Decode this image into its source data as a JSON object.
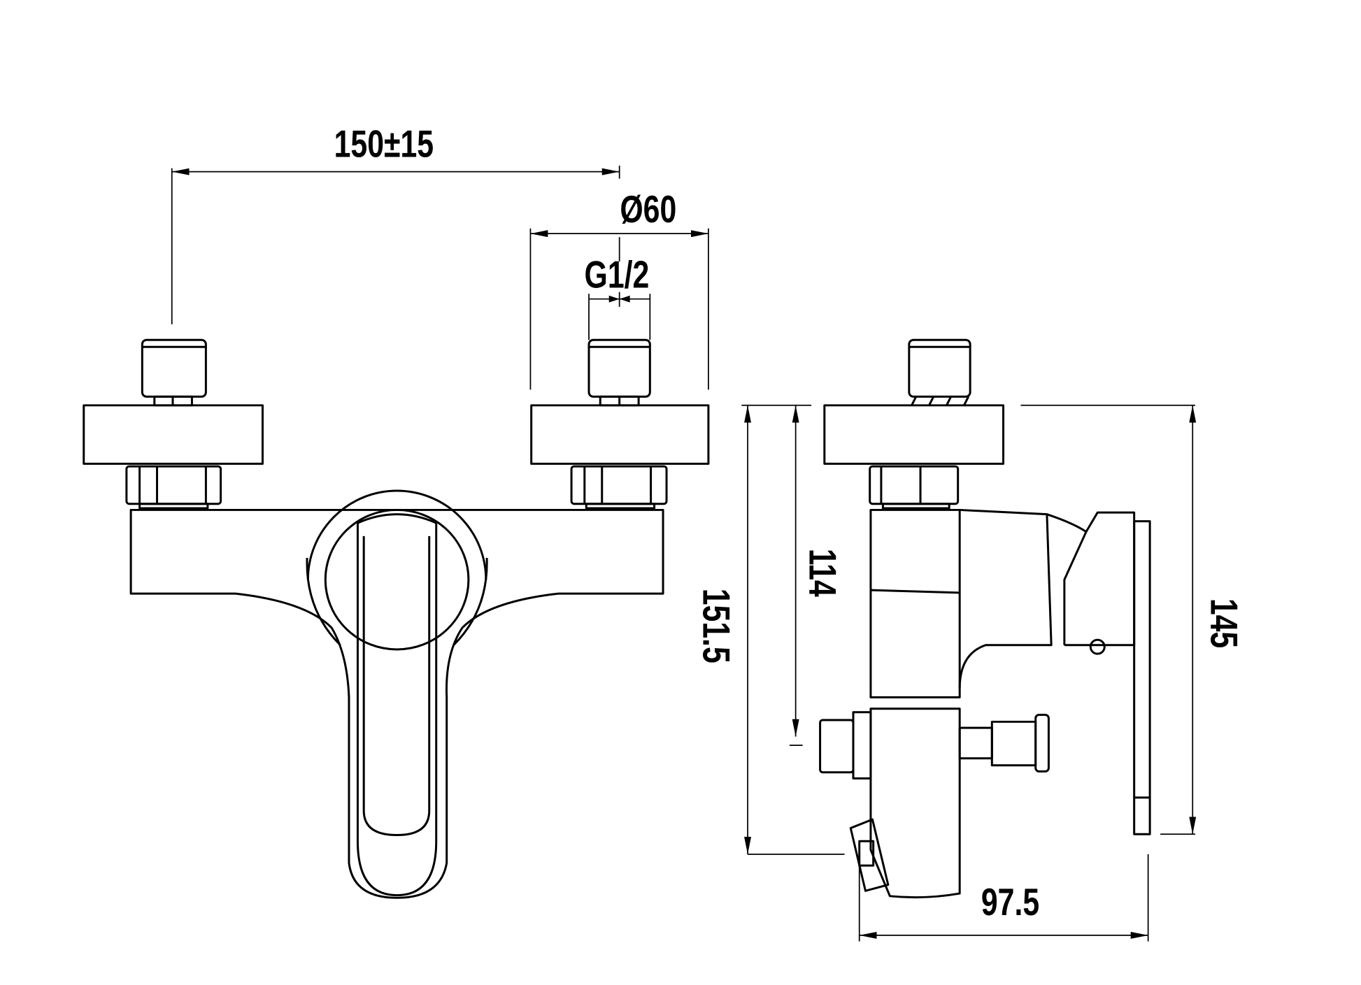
{
  "drawing": {
    "front_view": {
      "dim_centers": "150±15",
      "dim_flange_diameter": "Ø60",
      "dim_thread": "G1/2"
    },
    "side_view": {
      "dim_total_height": "151.5",
      "dim_outlet_height": "114",
      "dim_plate_height": "145",
      "dim_depth": "97.5"
    }
  }
}
